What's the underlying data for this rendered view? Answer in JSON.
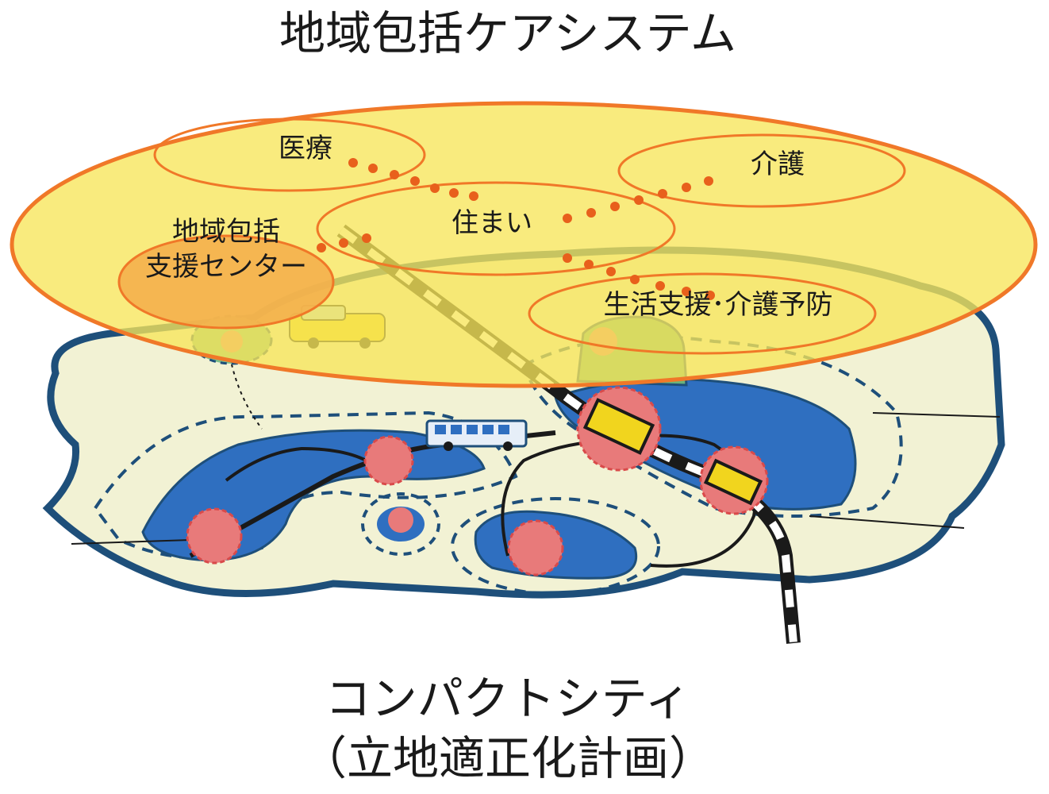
{
  "top_title": "地域包括ケアシステム",
  "bottom_title_line1": "コンパクトシティ",
  "bottom_title_line2": "（立地適正化計画）",
  "circles": {
    "medical": "医療",
    "care": "介護",
    "housing": "住まい",
    "support_center_line1": "地域包括",
    "support_center_line2": "支援センター",
    "life_support": "生活支援･介護予防"
  },
  "colors": {
    "outer_fill": "#f7e65a",
    "outer_stroke": "#f07828",
    "inner_stroke": "#f07828",
    "center_fill": "#f4b04c",
    "dot": "#e8601c",
    "map_fill": "#f2f2d4",
    "map_border": "#1e4f7a",
    "blue_area": "#2f6fc0",
    "hub": "#e87a7a"
  }
}
